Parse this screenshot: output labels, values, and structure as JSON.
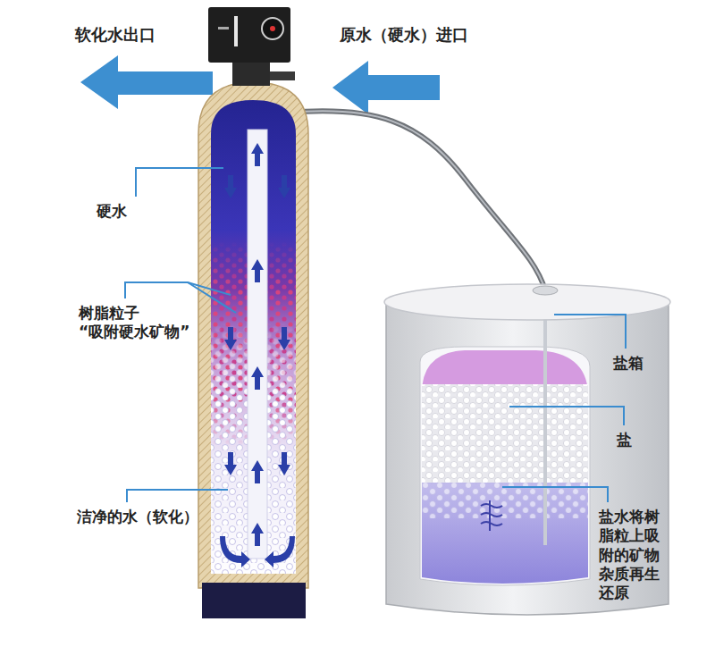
{
  "diagram": {
    "labels": [
      "软化水出口",
      "原水（硬水）进口",
      "硬水",
      "树脂粒子 “吸附硬水矿物”",
      "洁净的水（软化）",
      "盐箱",
      "盐",
      "盐水将树脂粒上吸附的矿物杂质再生还原"
    ]
  }
}
